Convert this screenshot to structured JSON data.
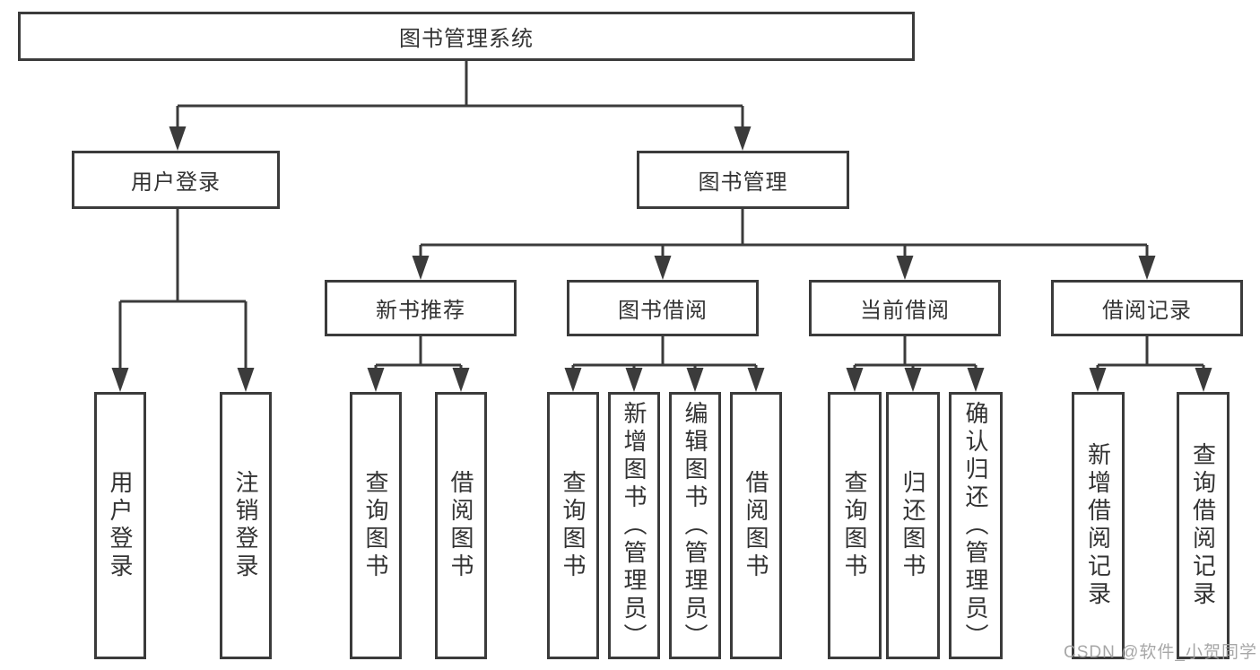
{
  "title": "图书管理系统",
  "watermark": "CSDN @软件_小贺同学",
  "colors": {
    "line": "#3b3b3b",
    "text": "#333333",
    "box_bg": "#ffffff",
    "watermark": "#a0a0a0"
  },
  "tree": {
    "label": "图书管理系统",
    "children": [
      {
        "label": "用户登录",
        "children": [
          {
            "label": "用户登录"
          },
          {
            "label": "注销登录"
          }
        ]
      },
      {
        "label": "图书管理",
        "children": [
          {
            "label": "新书推荐",
            "children": [
              {
                "label": "查询图书"
              },
              {
                "label": "借阅图书"
              }
            ]
          },
          {
            "label": "图书借阅",
            "children": [
              {
                "label": "查询图书"
              },
              {
                "label": "新增图书（管理员）"
              },
              {
                "label": "编辑图书（管理员）"
              },
              {
                "label": "借阅图书"
              }
            ]
          },
          {
            "label": "当前借阅",
            "children": [
              {
                "label": "查询图书"
              },
              {
                "label": "归还图书"
              },
              {
                "label": "确认归还（管理员）"
              }
            ]
          },
          {
            "label": "借阅记录",
            "children": [
              {
                "label": "新增借阅记录"
              },
              {
                "label": "查询借阅记录"
              }
            ]
          }
        ]
      }
    ]
  }
}
